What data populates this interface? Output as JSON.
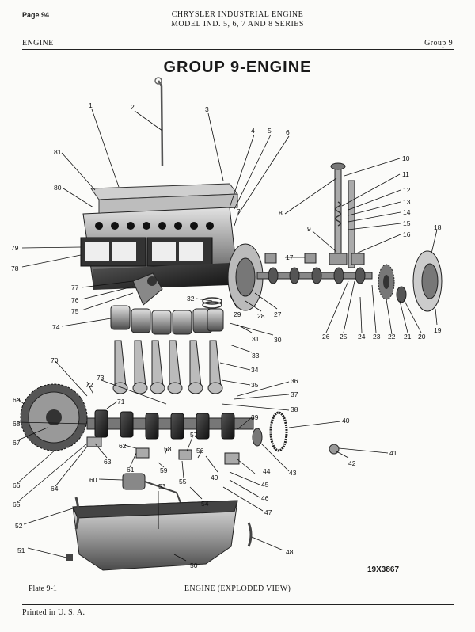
{
  "header": {
    "page_number": "Page 94",
    "title_line1": "CHRYSLER INDUSTRIAL ENGINE",
    "title_line2": "MODEL IND. 5, 6, 7 AND 8 SERIES",
    "section_left": "ENGINE",
    "section_right": "Group 9"
  },
  "heading": "GROUP 9-ENGINE",
  "figure": {
    "plate": "Plate 9-1",
    "caption": "ENGINE (EXPLODED VIEW)",
    "drawing_number": "19X3867",
    "callouts": [
      "1",
      "2",
      "3",
      "4",
      "5",
      "6",
      "7",
      "8",
      "9",
      "10",
      "11",
      "12",
      "13",
      "14",
      "15",
      "16",
      "17",
      "18",
      "19",
      "20",
      "21",
      "22",
      "23",
      "24",
      "25",
      "26",
      "27",
      "28",
      "29",
      "30",
      "31",
      "32",
      "33",
      "34",
      "35",
      "36",
      "37",
      "38",
      "39",
      "40",
      "41",
      "42",
      "43",
      "44",
      "45",
      "46",
      "47",
      "48",
      "49",
      "50",
      "51",
      "52",
      "53",
      "54",
      "55",
      "56",
      "57",
      "58",
      "59",
      "60",
      "61",
      "62",
      "63",
      "64",
      "65",
      "66",
      "67",
      "68",
      "69",
      "70",
      "71",
      "72",
      "73",
      "74",
      "75",
      "76",
      "77",
      "78",
      "79",
      "80",
      "81"
    ]
  },
  "footer": "Printed in U. S. A."
}
